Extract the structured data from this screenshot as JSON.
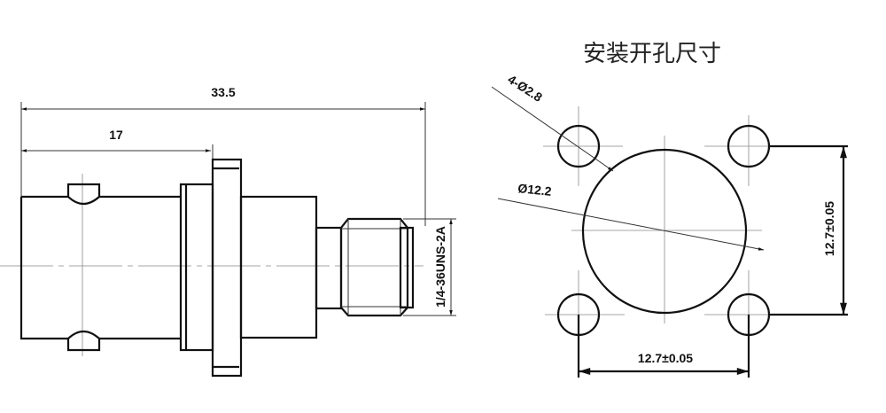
{
  "title": "安装开孔尺寸",
  "side_view": {
    "overall_length": "33.5",
    "body_length": "17",
    "thread_spec": "1/4-36UNS-2A"
  },
  "panel_cutout": {
    "mounting_holes": "4-Ø2.8",
    "center_hole": "Ø12.2",
    "vertical_spacing": "12.7±0.05",
    "horizontal_spacing": "12.7±0.05"
  }
}
